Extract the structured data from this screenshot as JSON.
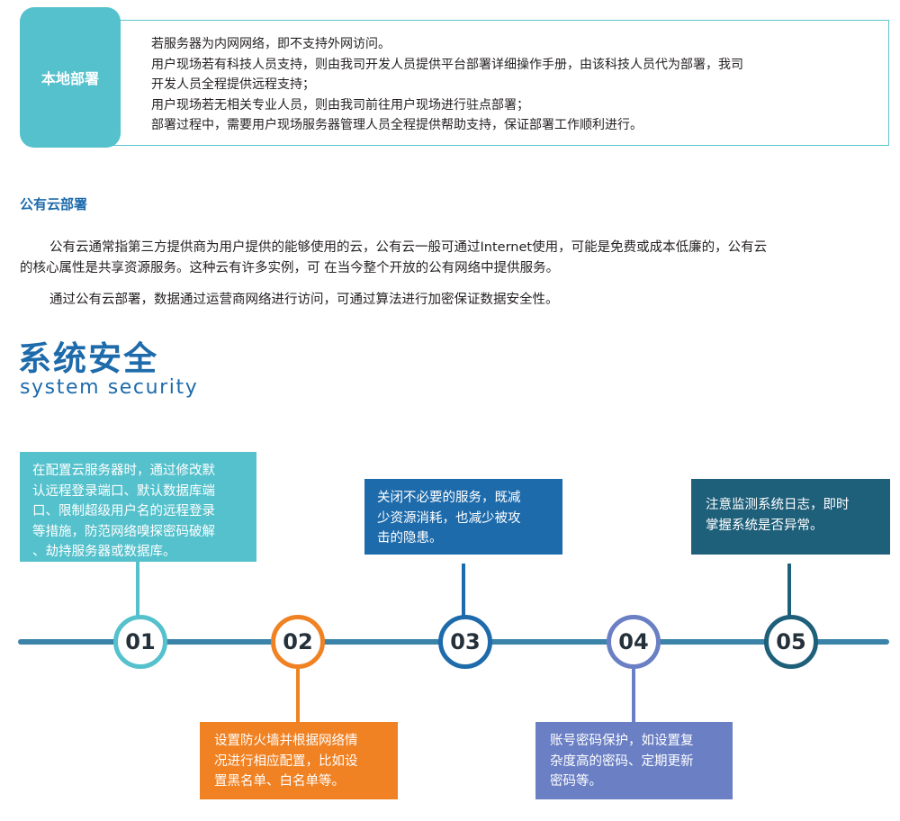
{
  "local": {
    "label": "本地部署",
    "lines": [
      "若服务器为内网网络，即不支持外网访问。",
      "用户现场若有科技人员支持，则由我司开发人员提供平台部署详细操作手册，由该科技人员代为部署，我司",
      "开发人员全程提供远程支持；",
      "用户现场若无相关专业人员，则由我司前往用户现场进行驻点部署；",
      "部署过程中，需要用户现场服务器管理人员全程提供帮助支持，保证部署工作顺利进行。"
    ]
  },
  "cloud": {
    "heading": "公有云部署",
    "p1_line1": "公有云通常指第三方提供商为用户提供的能够使用的云，公有云一般可通过Internet使用，可能是免费或成本低廉的，公有云",
    "p1_line2": "的核心属性是共享资源服务。这种云有许多实例，可  在当今整个开放的公有网络中提供服务。",
    "p2": "通过公有云部署，数据通过运营商网络进行访问，可通过算法进行加密保证数据安全性。"
  },
  "security": {
    "title": "系统安全",
    "subtitle": "system security",
    "items": [
      {
        "num": "01",
        "color": "#54c1cc",
        "lines": [
          "在配置云服务器时，通过修改默",
          "认远程登录端口、默认数据库端",
          "口、限制超级用户名的远程登录",
          "等措施，防范网络嗅探密码破解",
          "、劫持服务器或数据库。"
        ]
      },
      {
        "num": "02",
        "color": "#f08223",
        "lines": [
          "设置防火墙并根据网络情",
          "况进行相应配置，比如设",
          "置黑名单、白名单等。"
        ]
      },
      {
        "num": "03",
        "color": "#1e6bab",
        "lines": [
          "关闭不必要的服务，既减",
          "少资源消耗，也减少被攻",
          "击的隐患。"
        ]
      },
      {
        "num": "04",
        "color": "#6a7fc4",
        "lines": [
          "账号密码保护，如设置复",
          "杂度高的密码、定期更新",
          "密码等。"
        ]
      },
      {
        "num": "05",
        "color": "#1e5f7a",
        "lines": [
          "注意监测系统日志，即时",
          "掌握系统是否异常。"
        ]
      }
    ]
  }
}
